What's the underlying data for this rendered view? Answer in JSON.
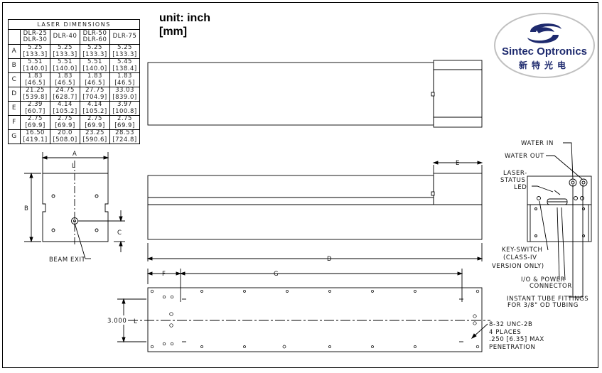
{
  "table": {
    "title": "LASER DIMENSIONS",
    "headers": [
      [
        "DLR-25",
        "DLR-30"
      ],
      [
        "DLR-40"
      ],
      [
        "DLR-50",
        "DLR-60"
      ],
      [
        "DLR-75"
      ]
    ],
    "rows": [
      {
        "label": "A",
        "cells": [
          [
            "5.25",
            "[133.3]"
          ],
          [
            "5.25",
            "[133.3]"
          ],
          [
            "5.25",
            "[133.3]"
          ],
          [
            "5.25",
            "[133.3]"
          ]
        ]
      },
      {
        "label": "B",
        "cells": [
          [
            "5.51",
            "[140.0]"
          ],
          [
            "5.51",
            "[140.0]"
          ],
          [
            "5.51",
            "[140.0]"
          ],
          [
            "5.45",
            "[138.4]"
          ]
        ]
      },
      {
        "label": "C",
        "cells": [
          [
            "1.83",
            "[46.5]"
          ],
          [
            "1.83",
            "[46.5]"
          ],
          [
            "1.83",
            "[46.5]"
          ],
          [
            "1.83",
            "[46.5]"
          ]
        ]
      },
      {
        "label": "D",
        "cells": [
          [
            "21.25",
            "[539.8]"
          ],
          [
            "24.75",
            "[628.7]"
          ],
          [
            "27.75",
            "[704.9]"
          ],
          [
            "33.03",
            "[839.0]"
          ]
        ]
      },
      {
        "label": "E",
        "cells": [
          [
            "2.39",
            "[60.7]"
          ],
          [
            "4.14",
            "[105.2]"
          ],
          [
            "4.14",
            "[105.2]"
          ],
          [
            "3.97",
            "[100.8]"
          ]
        ]
      },
      {
        "label": "F",
        "cells": [
          [
            "2.75",
            "[69.9]"
          ],
          [
            "2.75",
            "[69.9]"
          ],
          [
            "2.75",
            "[69.9]"
          ],
          [
            "2.75",
            "[69.9]"
          ]
        ]
      },
      {
        "label": "G",
        "cells": [
          [
            "16.50",
            "[419.1]"
          ],
          [
            "20.0",
            "[508.0]"
          ],
          [
            "23.25",
            "[590.6]"
          ],
          [
            "28.53",
            "[724.8]"
          ]
        ]
      }
    ]
  },
  "units": {
    "line1": "unit: inch",
    "line2": "[mm]"
  },
  "logo": {
    "company": "Sintec Optronics",
    "chinese": "新特光电",
    "colors": {
      "ring": "#1e2a6e",
      "text": "#1e2a6e",
      "oval": "#c0c0c0"
    }
  },
  "labels": {
    "A": "A",
    "B": "B",
    "C": "C",
    "D": "D",
    "E": "E",
    "F": "F",
    "G": "G",
    "cl": "L",
    "beam_exit": "BEAM EXIT",
    "water_in": "WATER IN",
    "water_out": "WATER OUT",
    "laser_status": [
      "LASER-",
      "STATUS",
      "LED"
    ],
    "key_switch": [
      "KEY-SWITCH",
      "(CLASS-IV",
      "VERSION ONLY)"
    ],
    "io_power": [
      "I/O & POWER",
      "CONNECTOR"
    ],
    "fittings": [
      "INSTANT TUBE FITTINGS",
      "FOR 3/8\" OD TUBING"
    ],
    "screw": [
      "8-32 UNC-2B",
      "4 PLACES",
      ".250 [6.35] MAX",
      "PENETRATION"
    ],
    "width": "3.000"
  }
}
